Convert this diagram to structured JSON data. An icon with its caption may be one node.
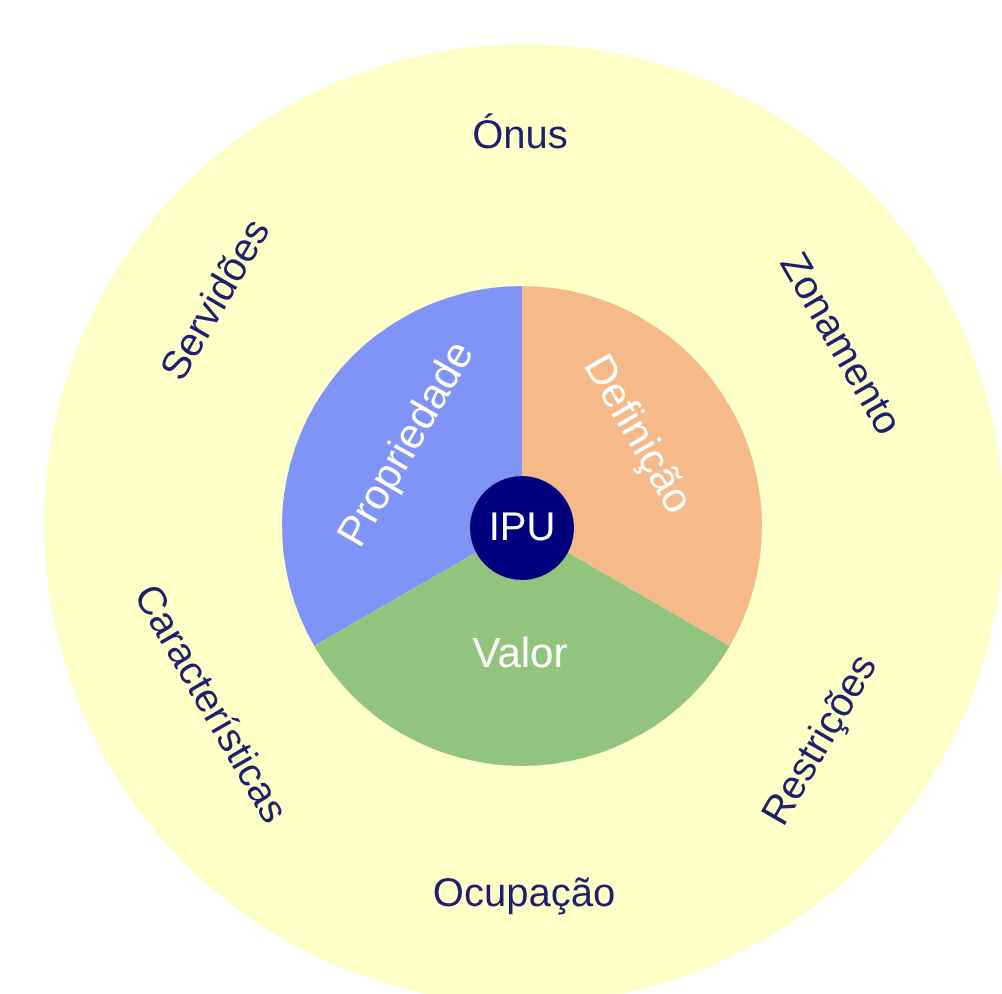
{
  "diagram": {
    "nodes": [
      {
        "text": [
          "Ónus",
          "Zonamento",
          "Restrições",
          "Ocupação",
          "Características",
          "Servidões"
        ]
      },
      {
        "text": [
          "Propriedade"
        ],
        "in": 0
      },
      {
        "text": [
          "Definição"
        ],
        "in": 0
      },
      {
        "text": [
          "Valor"
        ],
        "in": 0
      },
      {
        "text": [
          "IPU"
        ],
        "in": 0
      }
    ]
  }
}
